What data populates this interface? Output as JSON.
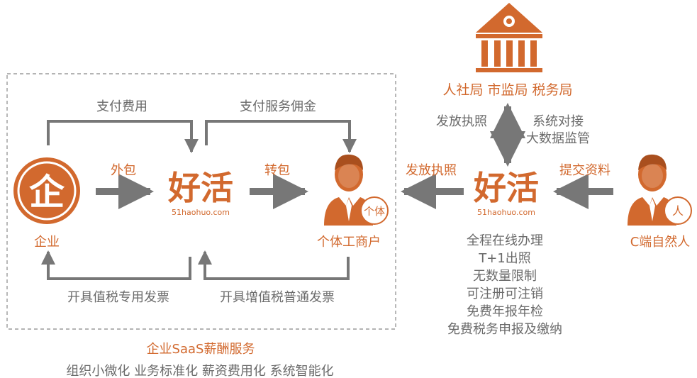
{
  "colors": {
    "accent": "#d2692e",
    "line": "#777777",
    "text": "#6a6a6a"
  },
  "icons": [
    "enterprise-seal-icon",
    "person-icon",
    "government-building-icon",
    "person-icon"
  ],
  "left_panel": {
    "enterprise_glyph": "企",
    "enterprise_label": "企业",
    "pay_fee": "支付费用",
    "pay_commission": "支付服务佣金",
    "outsource": "外包",
    "subcontract": "转包",
    "individual_badge": "个体",
    "individual_label": "个体工商户",
    "invoice_special": "开具值税专用发票",
    "invoice_general": "开具增值税普通发票"
  },
  "logo": {
    "text": "好活",
    "url": "51haohuo.com"
  },
  "bottom": {
    "title": "企业SaaS薪酬服务",
    "features": "组织小微化  业务标准化  薪资费用化  系统智能化"
  },
  "right_panel": {
    "agencies": "人社局  市监局  税务局",
    "issue_license_up": "发放执照",
    "system_connect": "系统对接",
    "big_data": "大数据监管",
    "issue_license": "发放执照",
    "submit_info": "提交资料",
    "person_badge": "人",
    "person_label": "C端自然人",
    "features": [
      "全程在线办理",
      "T+1出照",
      "无数量限制",
      "可注册可注销",
      "免费年报年检",
      "免费税务申报及缴纳"
    ]
  }
}
